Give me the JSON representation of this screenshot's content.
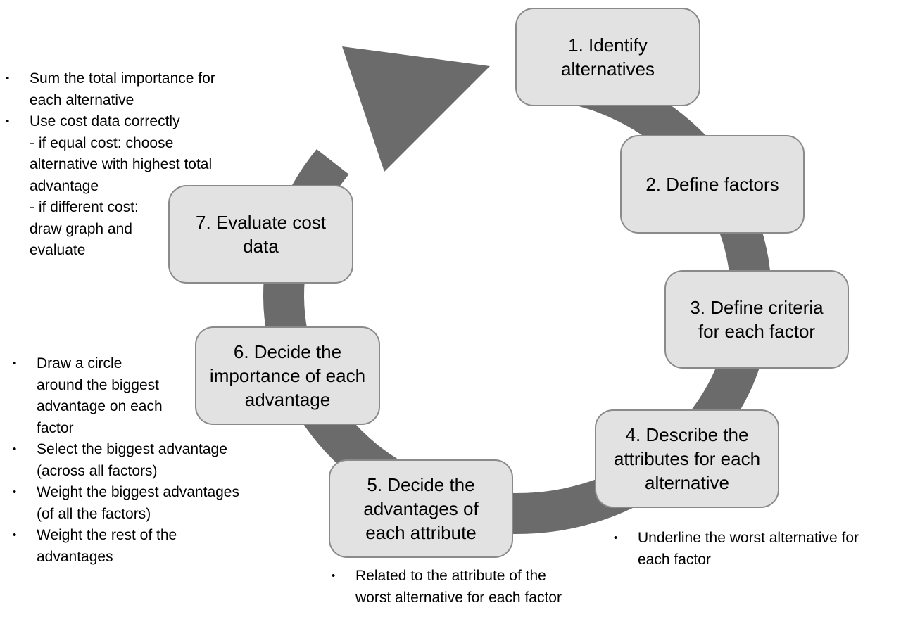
{
  "diagram": {
    "type": "cycle",
    "colors": {
      "arc": "#6b6b6b",
      "box_fill": "#e2e2e2",
      "box_border": "#8a8a8a"
    },
    "steps": [
      {
        "label": "1. Identify\nalternatives"
      },
      {
        "label": "2. Define factors"
      },
      {
        "label": "3. Define criteria\nfor each factor"
      },
      {
        "label": "4. Describe the\nattributes for each\nalternative"
      },
      {
        "label": "5. Decide the\nadvantages of\neach attribute"
      },
      {
        "label": "6. Decide the\nimportance of each\nadvantage"
      },
      {
        "label": "7. Evaluate cost\ndata"
      }
    ],
    "notes": {
      "step7": [
        "Sum the total importance for\neach alternative",
        "Use cost data correctly\n- if equal cost: choose\nalternative with highest total\nadvantage\n- if different cost:\ndraw graph and\nevaluate"
      ],
      "step6": [
        "Draw a  circle\naround the biggest\nadvantage on each\n factor",
        "Select the biggest advantage\n(across all factors)",
        "Weight the biggest advantages\n(of all the factors)",
        "Weight the rest of the\nadvantages"
      ],
      "step5": [
        "Related to the attribute of the\nworst alternative for each factor"
      ],
      "step4": [
        "Underline the worst alternative for\neach factor"
      ]
    }
  }
}
